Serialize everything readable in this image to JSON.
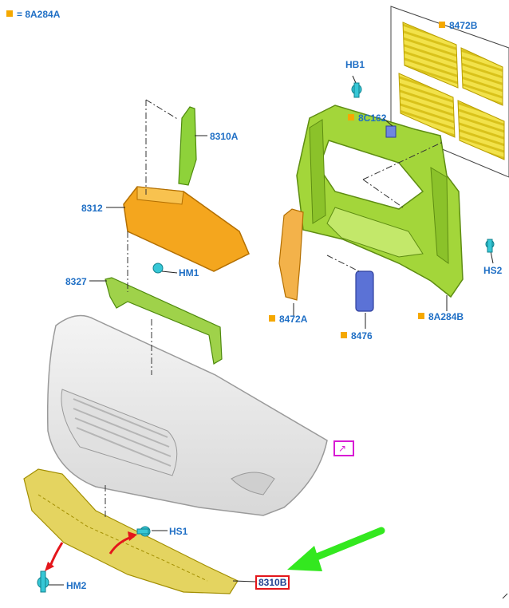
{
  "legend": {
    "text": "= 8A284A",
    "color": "#f5a800"
  },
  "labels": {
    "p8472B": "8472B",
    "hb1": "HB1",
    "p8C162": "8C162",
    "p8310A": "8310A",
    "p8312": "8312",
    "hm1": "HM1",
    "p8327": "8327",
    "hs2": "HS2",
    "p8472A": "8472A",
    "p8A284B": "8A284B",
    "p8476": "8476",
    "hs1": "HS1",
    "hm2": "HM2",
    "p8310B": "8310B"
  },
  "colors": {
    "label": "#1f6fc5",
    "orange_square": "#f5a800",
    "highlight_box": "#e4161b",
    "pointer_arrow": "#33e81f",
    "rotate_arrows": "#e4161b",
    "note_box": "#d81bd4"
  },
  "icons": {
    "note": "external-link-icon"
  }
}
